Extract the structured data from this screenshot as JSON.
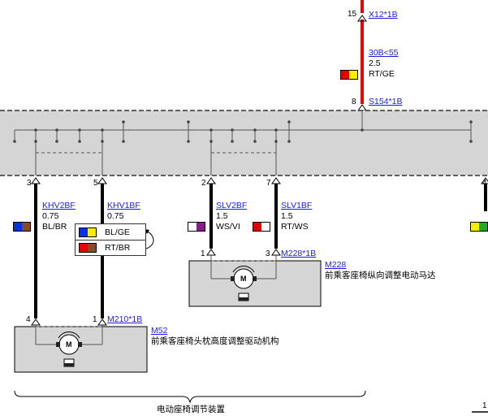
{
  "top": {
    "pin_15": "15",
    "connector_x12": "X12*1B",
    "wire_code": "30B<55",
    "wire_size": "2.5",
    "wire_color": "RT/GE",
    "pin_8": "8",
    "splice": "S154*1B",
    "swatch_colors": [
      "#e60000",
      "#ffee00"
    ]
  },
  "pins_module": {
    "p3": "3",
    "p5": "5",
    "p2": "2",
    "p7": "7",
    "p4": "4"
  },
  "wires": {
    "khv2bf": {
      "code": "KHV2BF",
      "size": "0.75",
      "color": "BL/BR",
      "swatch": [
        "#0033dd",
        "#8b4a26"
      ]
    },
    "khv1bf": {
      "code": "KHV1BF",
      "size": "0.75"
    },
    "slv2bf": {
      "code": "SLV2BF",
      "size": "1.5",
      "color": "WS/VI",
      "swatch": [
        "#ffffff",
        "#8a1a8a"
      ]
    },
    "slv1bf": {
      "code": "SLV1BF",
      "size": "1.5",
      "color": "RT/WS",
      "swatch": [
        "#e60000",
        "#ffffff"
      ]
    },
    "right_swatch": [
      "#ffee00",
      "#22aa22"
    ]
  },
  "alternatives": [
    {
      "color": "BL/GE",
      "swatch": [
        "#0033dd",
        "#ffee00"
      ]
    },
    {
      "color": "RT/BR",
      "swatch": [
        "#e60000",
        "#8b4a26"
      ]
    }
  ],
  "m228": {
    "pin_1": "1",
    "pin_3": "3",
    "connector": "M228*1B",
    "component": "M228",
    "description": "前乘客座椅纵向调整电动马达",
    "motor_symbol": "M"
  },
  "m52": {
    "pin_4": "4",
    "pin_1": "1",
    "connector": "M210*1B",
    "component": "M52",
    "description": "前乘客座椅头枕高度调整驱动机构",
    "motor_symbol": "M"
  },
  "group_label": "电动座椅调节装置",
  "corner_label": "1"
}
